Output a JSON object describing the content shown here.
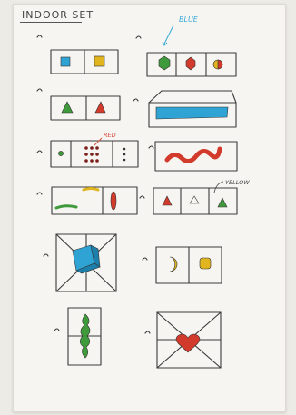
{
  "page": {
    "title": "INDOOR SET",
    "annotations": {
      "blue": "BLUE",
      "red": "RED",
      "yellow": "YELLOW"
    }
  },
  "colors": {
    "ink": "#3a3a3a",
    "blue": "#2fa3d4",
    "yellow": "#e0b51f",
    "green": "#3f9a3c",
    "red": "#d23a2c",
    "dark_red": "#7a1f1a",
    "annotation_blue": "#35a8d8",
    "annotation_red": "#d84a3a"
  }
}
